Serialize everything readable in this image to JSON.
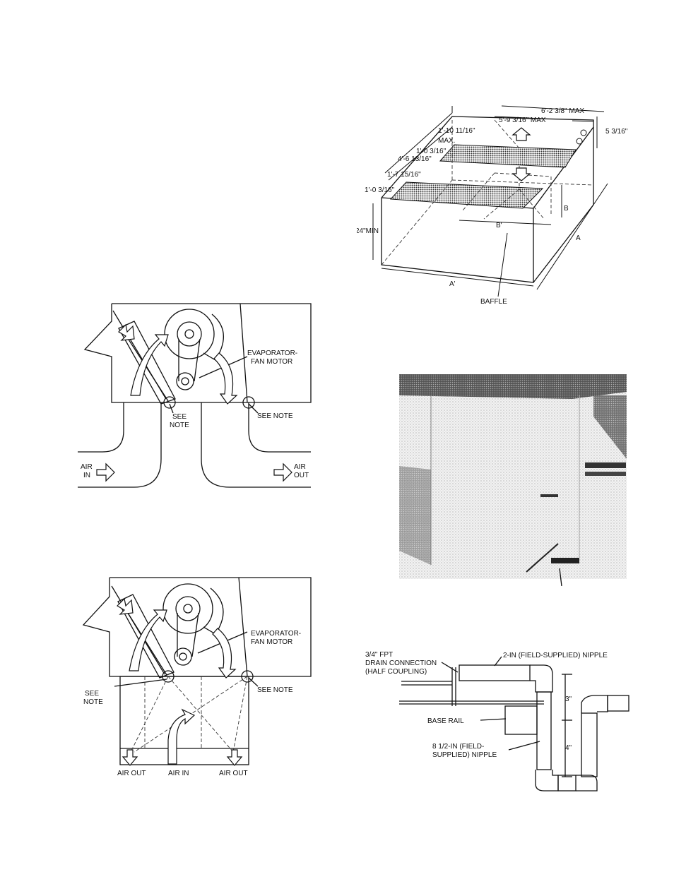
{
  "fig_top_right": {
    "dim_top_outer": "6'-2 3/8\" MAX",
    "dim_top_inner": "5'-9 3/16\" MAX",
    "dim_side_right": "5 3/16\"",
    "dim_1_10": "1'-10 11/16\"",
    "dim_max": "MAX.",
    "dim_4_6": "4'-6 13/16\"",
    "dim_1_0_a": "1'-0 3/16\"",
    "dim_1_7": "1'-7 15/16\"",
    "dim_1_0_b": "1'-0 3/16\"",
    "dim_24min": "24\"MIN",
    "label_b": "B",
    "label_b1": "B'",
    "label_a": "A",
    "label_a1": "A'",
    "label_baffle": "BAFFLE"
  },
  "fig_mid_left": {
    "evap_line1": "EVAPORATOR-",
    "evap_line2": "FAN MOTOR",
    "see_note_left_1": "SEE",
    "see_note_left_2": "NOTE",
    "see_note_right": "SEE NOTE",
    "air_in_1": "AIR",
    "air_in_2": "IN",
    "air_out_1": "AIR",
    "air_out_2": "OUT"
  },
  "fig_bottom_left": {
    "evap_line1": "EVAPORATOR-",
    "evap_line2": "FAN MOTOR",
    "see_note_left_1": "SEE",
    "see_note_left_2": "NOTE",
    "see_note_right": "SEE NOTE",
    "air_out_left": "AIR OUT",
    "air_in": "AIR IN",
    "air_out_right": "AIR OUT"
  },
  "fig_bottom_right": {
    "drain_1": "3/4\" FPT",
    "drain_2": "DRAIN CONNECTION",
    "drain_3": "(HALF COUPLING)",
    "nipple_2in": "2-IN  (FIELD-SUPPLIED) NIPPLE",
    "dim_3": "3\"",
    "base_rail": "BASE RAIL",
    "dim_4": "4\"",
    "nipple_8_1": "8 1/2-IN  (FIELD-",
    "nipple_8_2": "SUPPLIED) NIPPLE"
  }
}
